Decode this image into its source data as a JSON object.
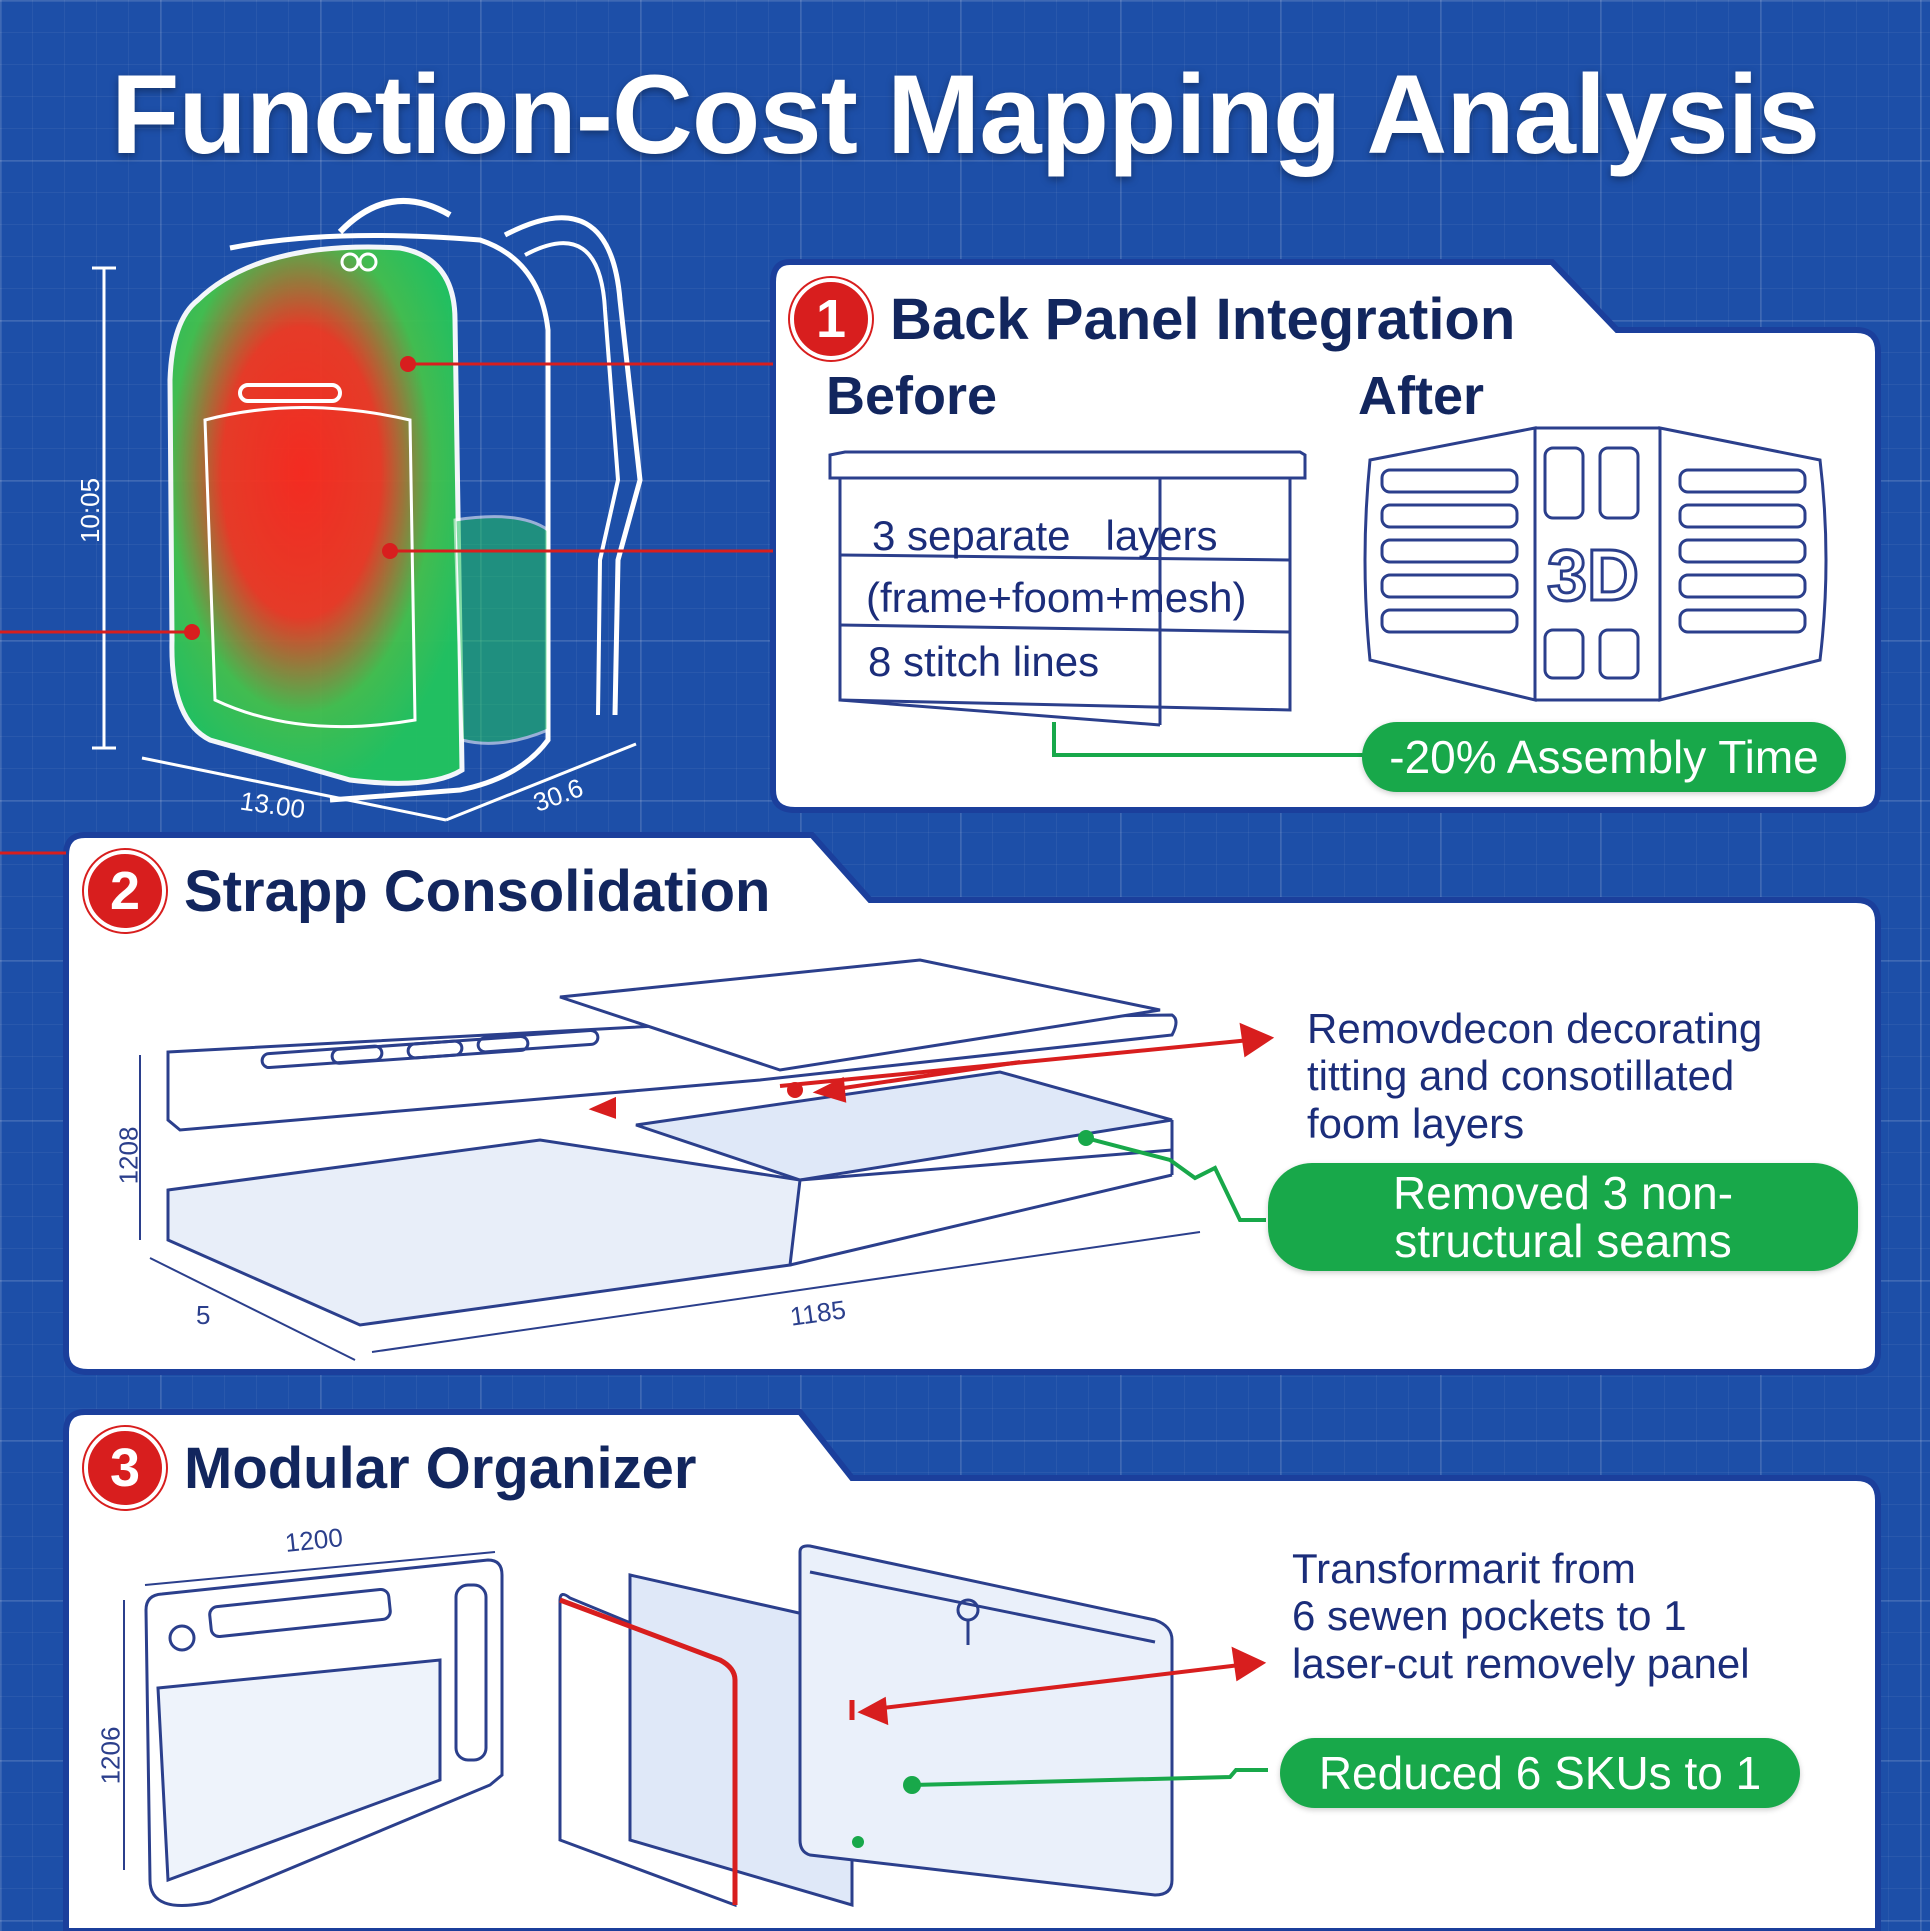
{
  "title": "Function-Cost Mapping Analysis",
  "backpack": {
    "dims": {
      "height": "10:05",
      "width": "13.00",
      "depth": "30.6"
    }
  },
  "section1": {
    "number": "1",
    "title": "Back Panel Integration",
    "before_label": "Before",
    "after_label": "After",
    "before_lines": [
      "3 separate   layers",
      "(frame+foom+mesh)",
      "8 stitch lines"
    ],
    "after_label_3d": "3D",
    "result": "-20% Assembly Time"
  },
  "section2": {
    "number": "2",
    "title": "Strapp Consolidation",
    "description": [
      "Removdecon decorating",
      "titting and consotillated",
      "foom layers"
    ],
    "result": "Removed 3 non-structural seams",
    "dims": {
      "height": "1208",
      "depth": "5",
      "length": "1185"
    }
  },
  "section3": {
    "number": "3",
    "title": "Modular Organizer",
    "description": [
      "Transformarit from",
      "6 sewen pockets to 1",
      "laser-cut removely panel"
    ],
    "result": "Reduced 6 SKUs to 1",
    "dims": {
      "width": "1200",
      "height": "1206"
    }
  },
  "colors": {
    "background": "#1d4fa8",
    "panel_border": "#1b3f9c",
    "accent_red": "#d81e1e",
    "accent_green": "#18a84a",
    "heat_red": "#ff2a1a",
    "heat_green": "#22c55e"
  }
}
